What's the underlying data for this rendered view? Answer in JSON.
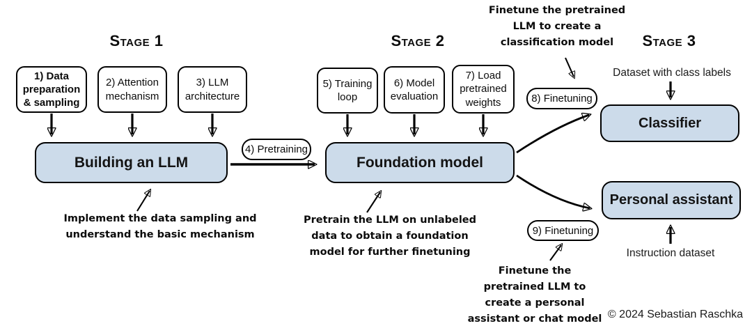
{
  "stages": [
    {
      "label": "Stage 1"
    },
    {
      "label": "Stage 2"
    },
    {
      "label": "Stage 3"
    }
  ],
  "step_boxes": [
    {
      "label": "1) Data preparation & sampling"
    },
    {
      "label": "2) Attention mechanism"
    },
    {
      "label": "3) LLM architecture"
    },
    {
      "label": "5) Training loop"
    },
    {
      "label": "6) Model evaluation"
    },
    {
      "label": "7) Load pretrained weights"
    }
  ],
  "pills": [
    {
      "label": "4) Pretraining"
    },
    {
      "label": "8) Finetuning"
    },
    {
      "label": "9) Finetuning"
    }
  ],
  "main_boxes": [
    {
      "label": "Building an LLM"
    },
    {
      "label": "Foundation model"
    },
    {
      "label": "Classifier"
    },
    {
      "label": "Personal assistant"
    }
  ],
  "annotations": {
    "implement": {
      "lines": [
        "Implement the data sampling and",
        "understand the basic mechanism"
      ]
    },
    "pretrain": {
      "lines": [
        "Pretrain the LLM on unlabeled",
        "data to obtain a foundation",
        "model for further finetuning"
      ]
    },
    "finetune_classifier": {
      "lines": [
        "Finetune the pretrained",
        "LLM to create a",
        "classification model"
      ]
    },
    "finetune_assistant": {
      "lines": [
        "Finetune the",
        "pretrained LLM to",
        "create a personal",
        "assistant or chat model"
      ]
    }
  },
  "labels": {
    "dataset_class": "Dataset with class labels",
    "instruction": "Instruction dataset"
  },
  "copyright": "© 2024 Sebastian Raschka",
  "colors": {
    "box_fill": "#ccdbea",
    "box_border": "#000000",
    "bg": "#ffffff"
  }
}
